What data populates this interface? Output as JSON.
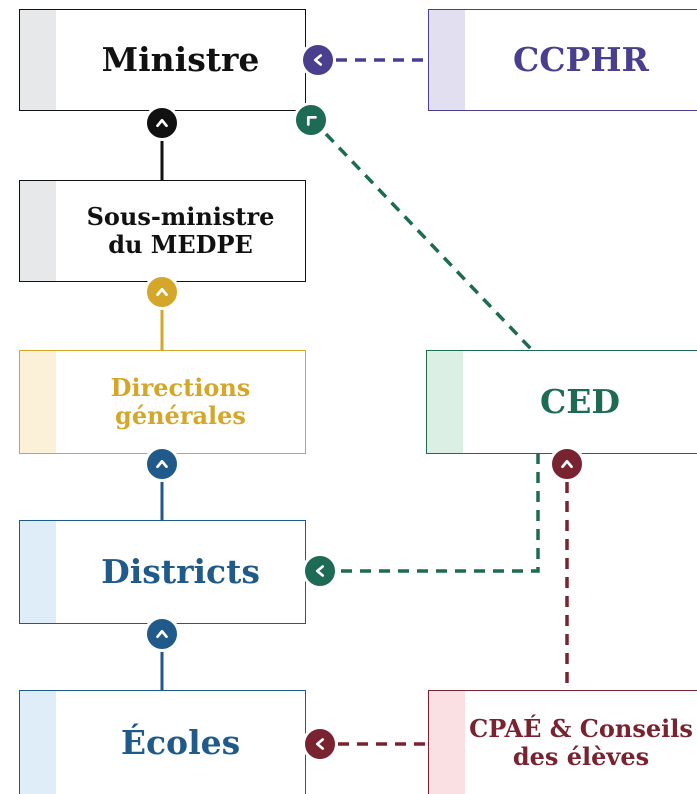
{
  "nodes": {
    "ministre": {
      "label": "Ministre",
      "color": "#111111",
      "stripe": "#e6e8ea"
    },
    "ccphr": {
      "label": "CCPHR",
      "color": "#4a3f8f",
      "stripe": "#e2e0f0"
    },
    "sous_ministre": {
      "label": "Sous-ministre\ndu MEDPE",
      "color": "#111111",
      "stripe": "#e6e8ea"
    },
    "directions": {
      "label": "Directions\ngénérales",
      "color": "#d4a62a",
      "stripe": "#fbf1d9"
    },
    "ced": {
      "label": "CED",
      "color": "#1e6b55",
      "stripe": "#dcefe5"
    },
    "districts": {
      "label": "Districts",
      "color": "#1f5a8a",
      "stripe": "#deedf8"
    },
    "ecoles": {
      "label": "Écoles",
      "color": "#1f5a8a",
      "stripe": "#deedf8"
    },
    "cpae": {
      "label": "CPAÉ & Conseils\ndes élèves",
      "color": "#7a2330",
      "stripe": "#fbe0e3"
    }
  },
  "badges": {
    "ministre_up": {
      "icon": "chevron-up-icon",
      "color": "#111111"
    },
    "ccphr_to_ministre": {
      "icon": "chevron-left-icon",
      "color": "#4a3f8f"
    },
    "ced_to_ministre": {
      "icon": "corner-up-left-icon",
      "color": "#1e6b55"
    },
    "sous_ministre_up": {
      "icon": "chevron-up-icon",
      "color": "#d4a62a"
    },
    "directions_up": {
      "icon": "chevron-up-icon",
      "color": "#1f5a8a"
    },
    "districts_up": {
      "icon": "chevron-up-icon",
      "color": "#1f5a8a"
    },
    "ced_to_districts": {
      "icon": "chevron-left-icon",
      "color": "#1e6b55"
    },
    "cpae_to_ced": {
      "icon": "chevron-up-icon",
      "color": "#7a2330"
    },
    "cpae_to_ecoles": {
      "icon": "chevron-left-icon",
      "color": "#7a2330"
    }
  }
}
